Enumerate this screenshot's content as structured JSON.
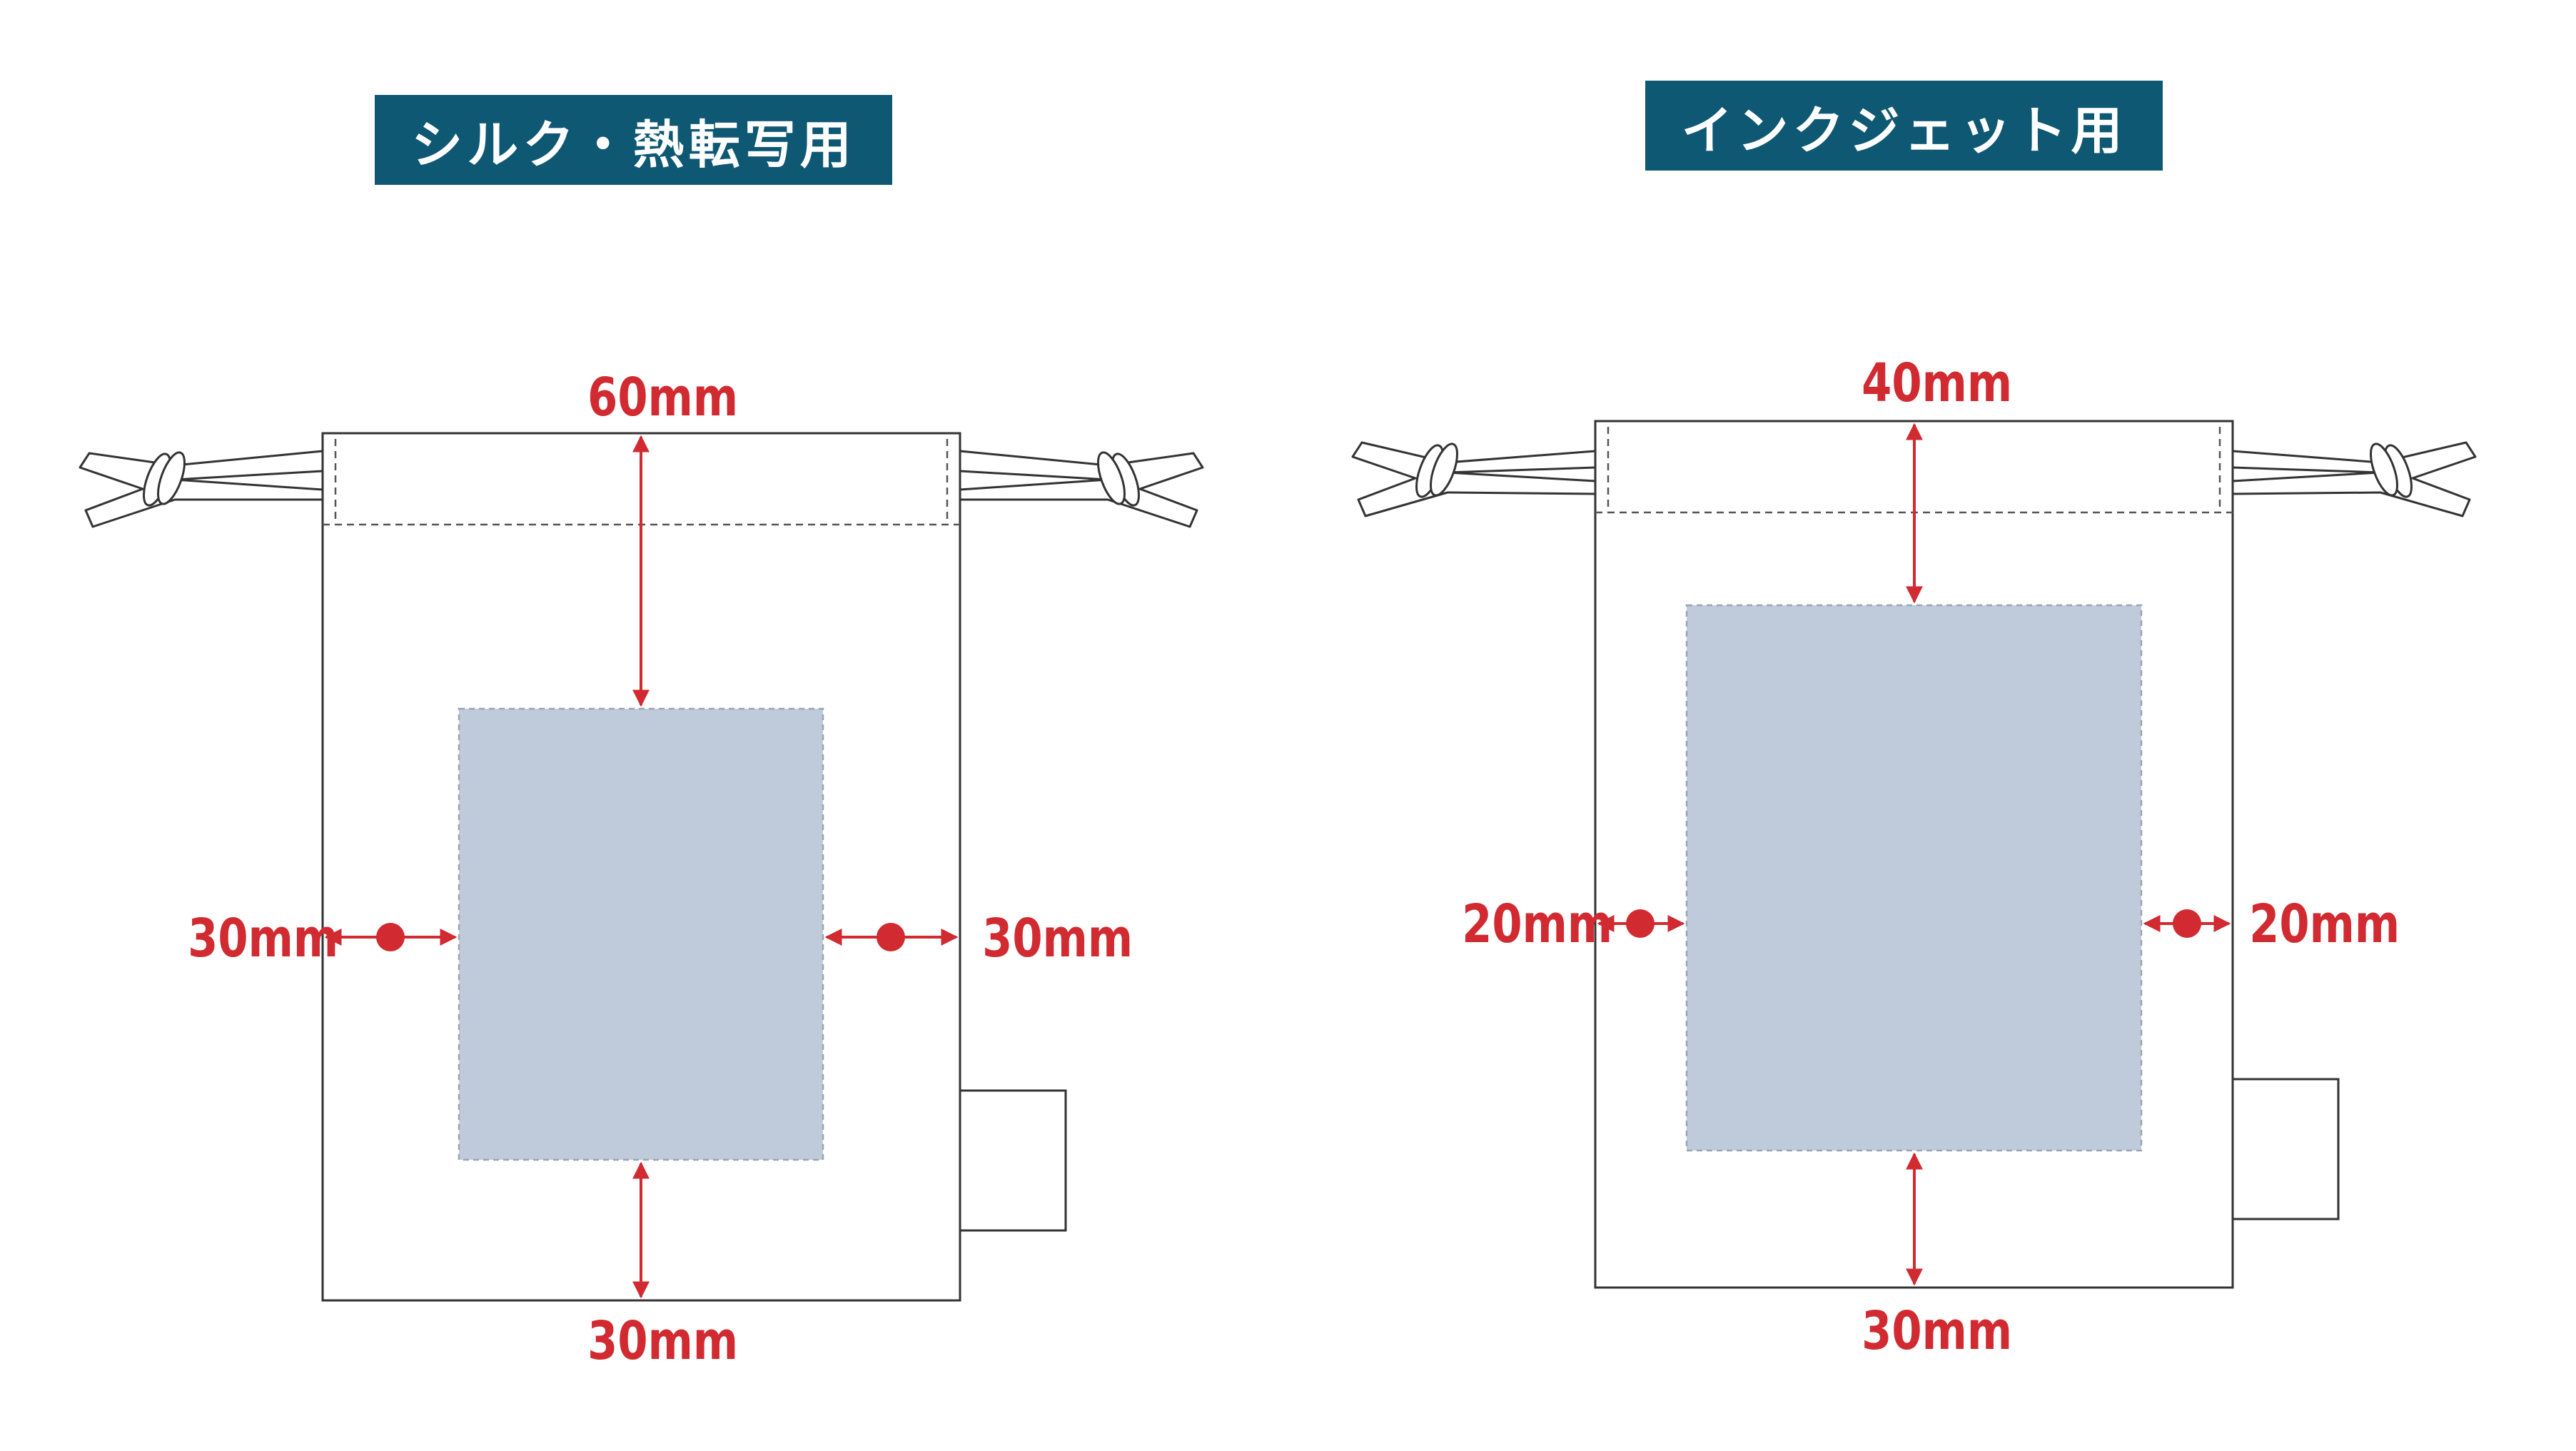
{
  "left_panel": {
    "title": "シルク・熱転写用",
    "label_top": "60mm",
    "label_left": "30mm",
    "label_right": "30mm",
    "label_bottom": "30mm"
  },
  "right_panel": {
    "title": "インクジェット用",
    "label_top": "40mm",
    "label_left": "20mm",
    "label_right": "20mm",
    "label_bottom": "30mm"
  },
  "colors": {
    "badge": "#0f5874",
    "accent_red": "#d12a30",
    "print_area": "#bfcbdb",
    "outline": "#333333"
  }
}
